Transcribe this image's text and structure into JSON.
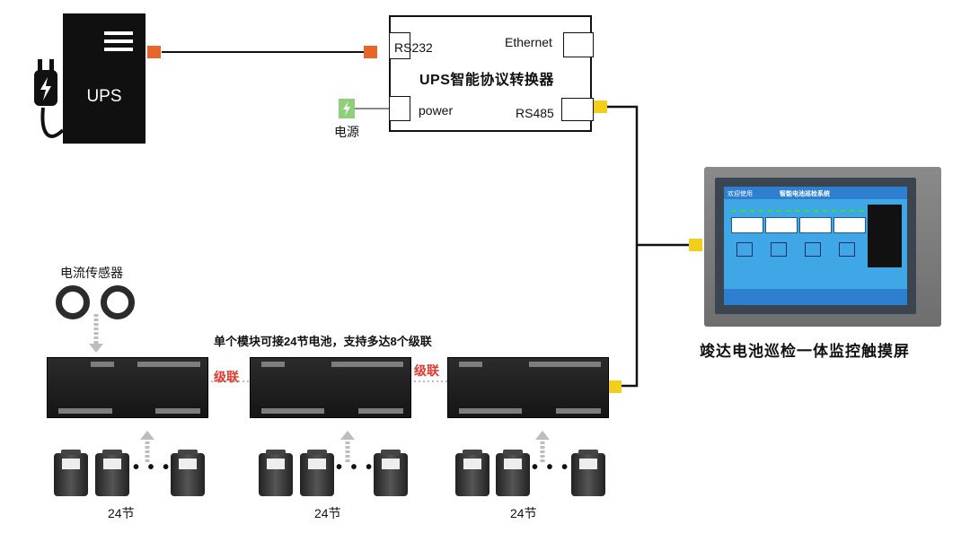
{
  "ups": {
    "label": "UPS"
  },
  "converter": {
    "title": "UPS智能协议转换器",
    "rs232_label": "RS232",
    "ethernet_label": "Ethernet",
    "power_label": "power",
    "rs485_label": "RS485"
  },
  "power_supply": {
    "label": "电源"
  },
  "touchscreen": {
    "caption": "竣达电池巡检一体监控触摸屏",
    "screen_header_left": "欢迎使用",
    "screen_header_title": "智能电池巡检系统"
  },
  "current_sensor": {
    "label": "电流传感器"
  },
  "modules": {
    "description": "单个模块可接24节电池，支持多达8个级联",
    "cascade_label_1": "级联",
    "cascade_label_2": "级联",
    "battery_count_1": "24节",
    "battery_count_2": "24节",
    "battery_count_3": "24节",
    "ellipsis": "• • •"
  },
  "colors": {
    "rs232_port": "#e8652a",
    "rs485_port": "#f2cf1b",
    "power_port": "#8fcf7a",
    "cascade_text": "#e0392e",
    "screen_bg": "#3fa7e6"
  }
}
